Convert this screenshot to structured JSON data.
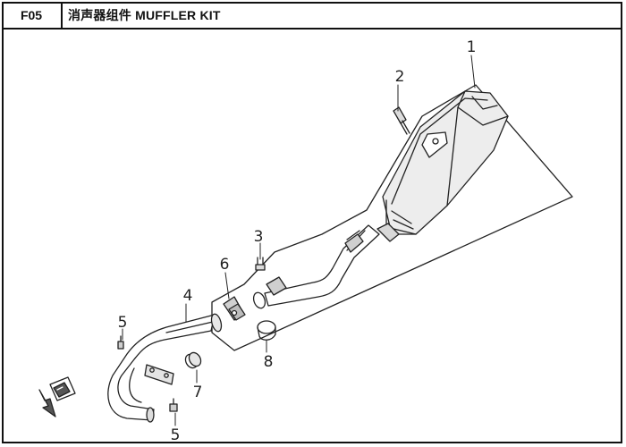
{
  "header": {
    "code": "F05",
    "title": "消声器组件 MUFFLER KIT"
  },
  "callouts": [
    {
      "id": "1",
      "label": "1"
    },
    {
      "id": "2",
      "label": "2"
    },
    {
      "id": "3",
      "label": "3"
    },
    {
      "id": "4",
      "label": "4"
    },
    {
      "id": "5a",
      "label": "5"
    },
    {
      "id": "5b",
      "label": "5"
    },
    {
      "id": "6",
      "label": "6"
    },
    {
      "id": "7",
      "label": "7"
    },
    {
      "id": "8",
      "label": "8"
    }
  ]
}
